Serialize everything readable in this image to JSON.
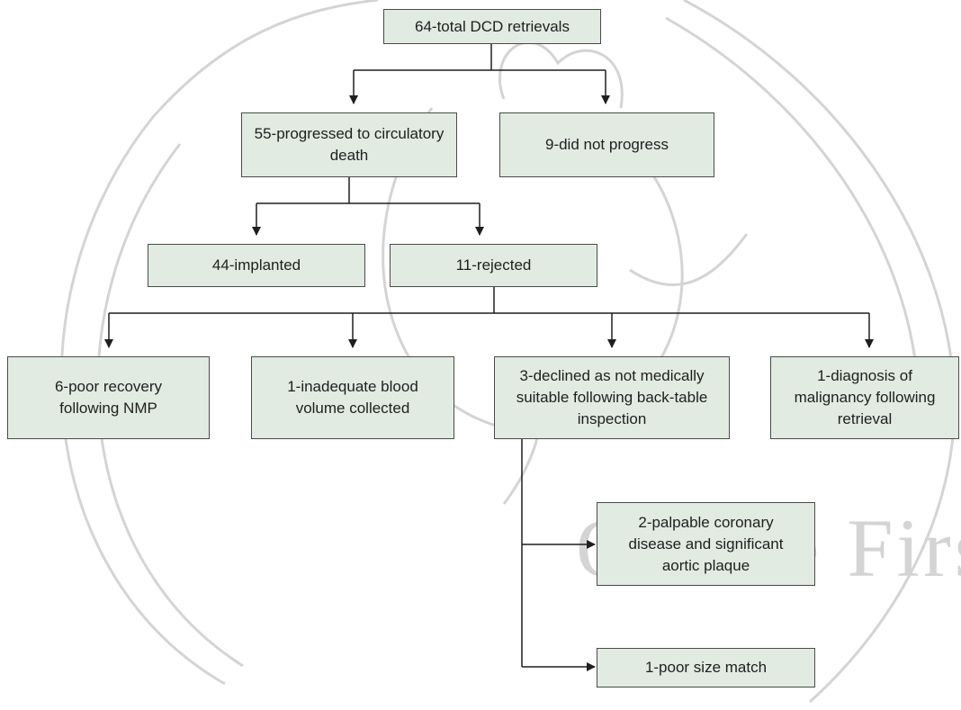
{
  "diagram": {
    "nodes": {
      "total": "64-total DCD retrievals",
      "progressed": "55-progressed to circulatory death",
      "not_progress": "9-did not progress",
      "implanted": "44-implanted",
      "rejected": "11-rejected",
      "poor_recovery": "6-poor recovery following NMP",
      "inadequate_blood": "1-inadequate blood volume collected",
      "declined": "3-declined as not medically suitable following back-table inspection",
      "malignancy": "1-diagnosis of malignancy following retrieval",
      "coronary": "2-palpable coronary disease and significant aortic plaque",
      "size_match": "1-poor size match"
    },
    "watermark_text": "Online First",
    "colors": {
      "box_fill": "#e1ebe2",
      "box_border": "#4a4a4a",
      "connector": "#1f1f1f",
      "watermark": "#d4d4d4"
    }
  }
}
